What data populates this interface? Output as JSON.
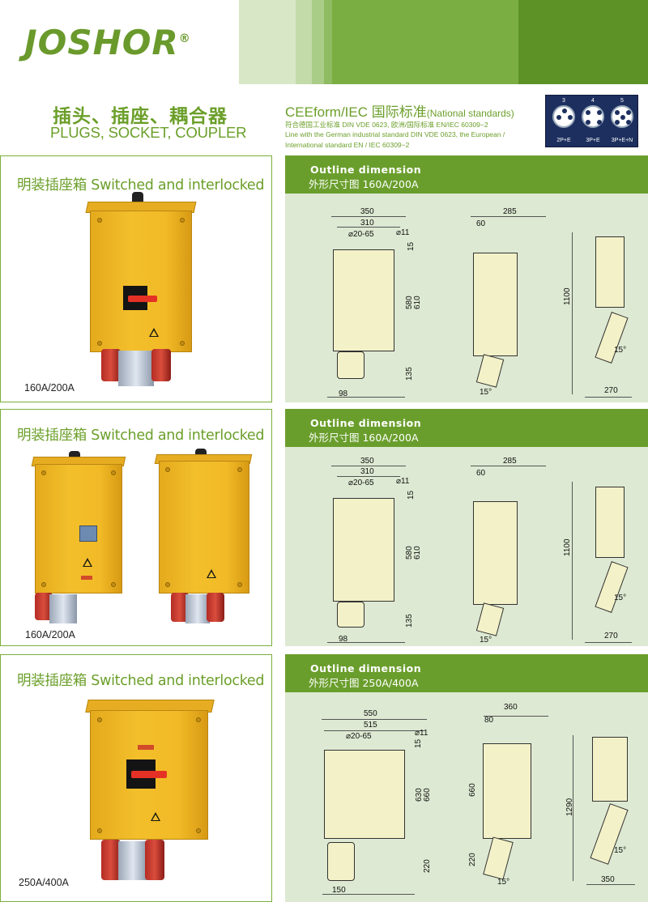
{
  "brand": {
    "logo_text": "JOSHOR",
    "reg_mark": "®"
  },
  "header_colors": {
    "brand_green": "#6b9f2a",
    "dark_green": "#5c9226",
    "light_green": "#a8c98a",
    "section_bg": "#dde9d2"
  },
  "title": {
    "cn": "插头、插座、耦合器",
    "en": "PLUGS, SOCKET, COUPLER"
  },
  "standard": {
    "title": "CEEform/IEC  国际标准",
    "title_small": "(National standards)",
    "line1": "符合德国工业标准 DIN VDE  0623, 欧洲/国际标准 EN/IEC 60309−2",
    "line2": "Line with the German industrial standard DIN VDE 0623, the European /",
    "line3": "International standard EN / IEC 60309−2"
  },
  "plug_types": [
    {
      "num": "3",
      "label": "2P+E"
    },
    {
      "num": "4",
      "label": "3P+E"
    },
    {
      "num": "5",
      "label": "3P+E+N"
    }
  ],
  "sections": [
    {
      "title": "明装插座箱 Switched and interlocked",
      "rating": "160A/200A",
      "outline_en": "Outline dimension",
      "outline_cn": "外形尺寸图  160A/200A",
      "dims": {
        "w1": "350",
        "w2": "310",
        "gland": "⌀20-65",
        "hole": "⌀11",
        "top": "15",
        "h1": "580",
        "h2": "610",
        "bottom": "135",
        "socket_w": "98",
        "depth": "285",
        "depth_top": "60",
        "angle": "15°",
        "total_h": "1100",
        "plug_len": "270",
        "angle2": "15°"
      }
    },
    {
      "title": "明装插座箱 Switched and interlocked",
      "rating": "160A/200A",
      "outline_en": "Outline dimension",
      "outline_cn": "外形尺寸图  160A/200A",
      "dims": {
        "w1": "350",
        "w2": "310",
        "gland": "⌀20-65",
        "hole": "⌀11",
        "top": "15",
        "h1": "580",
        "h2": "610",
        "bottom": "135",
        "socket_w": "98",
        "depth": "285",
        "depth_top": "60",
        "angle": "15°",
        "total_h": "1100",
        "plug_len": "270",
        "angle2": "15°"
      }
    },
    {
      "title": "明装插座箱 Switched and interlocked",
      "rating": "250A/400A",
      "outline_en": "Outline dimension",
      "outline_cn": "外形尺寸图  250A/400A",
      "dims": {
        "w1": "550",
        "w2": "515",
        "gland": "⌀20-65",
        "hole": "⌀11",
        "top": "15",
        "h1": "630",
        "h2": "660",
        "bottom": "220",
        "socket_w": "150",
        "depth": "360",
        "depth_top": "80",
        "side_h": "660",
        "side_bottom": "220",
        "angle": "15°",
        "total_h": "1290",
        "plug_len": "350",
        "angle2": "15°"
      }
    }
  ]
}
